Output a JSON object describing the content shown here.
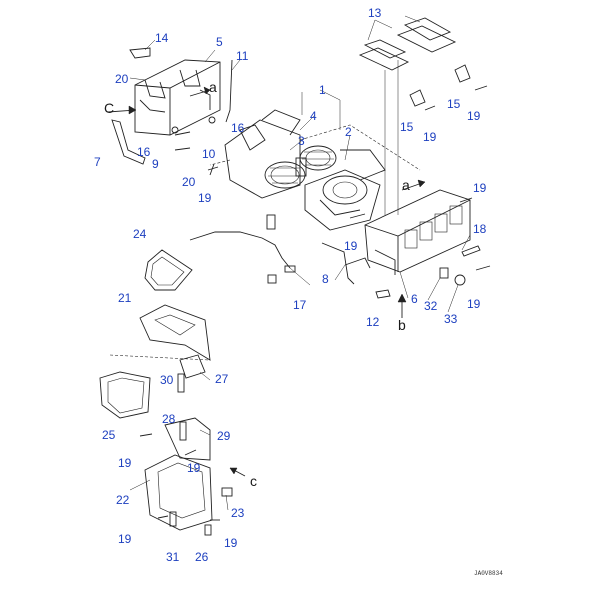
{
  "callouts": {
    "c1": "1",
    "c2": "2",
    "c3": "3",
    "c4": "4",
    "c5": "5",
    "c6": "6",
    "c7": "7",
    "c8": "8",
    "c9": "9",
    "c10": "10",
    "c11": "11",
    "c12": "12",
    "c13": "13",
    "c14": "14",
    "c15a": "15",
    "c15b": "15",
    "c16a": "16",
    "c16b": "16",
    "c17": "17",
    "c18": "18",
    "c19a": "19",
    "c19b": "19",
    "c19c": "19",
    "c19d": "19",
    "c19e": "19",
    "c19f": "19",
    "c19g": "19",
    "c19h": "19",
    "c19i": "19",
    "c19j": "19",
    "c20a": "20",
    "c20b": "20",
    "c21": "21",
    "c22": "22",
    "c23": "23",
    "c24": "24",
    "c25": "25",
    "c26": "26",
    "c27": "27",
    "c28": "28",
    "c29": "29",
    "c30": "30",
    "c31": "31",
    "c32": "32",
    "c33": "33"
  },
  "arrow_labels": {
    "a_top": "a",
    "a_mid": "a",
    "b": "b",
    "c_left": "C",
    "c_bottom": "c"
  },
  "document_code": "JA0V8834"
}
